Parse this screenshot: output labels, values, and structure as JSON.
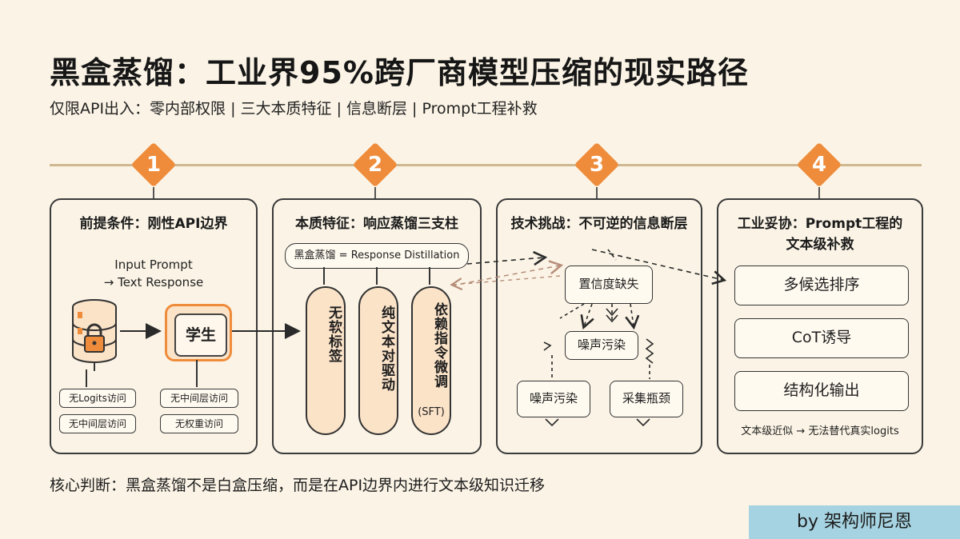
{
  "title": "黑盒蒸馏：工业界95%跨厂商模型压缩的现实路径",
  "subtitle": "仅限API出入：零内部权限 | 三大本质特征 | 信息断层 | Prompt工程补救",
  "steps": [
    {
      "number": "1",
      "title": "前提条件：刚性API边界"
    },
    {
      "number": "2",
      "title": "本质特征：响应蒸馏三支柱"
    },
    {
      "number": "3",
      "title": "技术挑战：不可逆的信息断层"
    },
    {
      "number": "4",
      "title_line1": "工业妥协：Prompt工程的",
      "title_line2": "文本级补救"
    }
  ],
  "panel1": {
    "io_line1": "Input Prompt",
    "io_line2": "→ Text Response",
    "student_label": "学生",
    "teacher_chips": [
      "无Logits访问",
      "无中间层访问"
    ],
    "student_chips": [
      "无中间层访问",
      "无权重访问"
    ]
  },
  "panel2": {
    "definition": "黑盒蒸馏 = Response Distillation",
    "pillars": [
      "无软标签",
      "纯文本对驱动",
      "依赖指令微调"
    ],
    "pillar3_suffix": "(SFT)"
  },
  "panel3": {
    "top_node": "置信度缺失",
    "middle_node": "噪声污染",
    "bottom_left": "噪声污染",
    "bottom_right": "采集瓶颈"
  },
  "panel4": {
    "fixes": [
      "多候选排序",
      "CoT诱导",
      "结构化输出"
    ],
    "note": "文本级近似 → 无法替代真实logits"
  },
  "core_judgment": "核心判断：黑盒蒸馏不是白盒压缩，而是在API边界内进行文本级知识迁移",
  "byline": "by 架构师尼恩",
  "colors": {
    "accent": "#ef8c3b",
    "accent_light": "#fbe3c8",
    "background": "#fbf4e6",
    "byline_bg": "#a6d3e1"
  }
}
